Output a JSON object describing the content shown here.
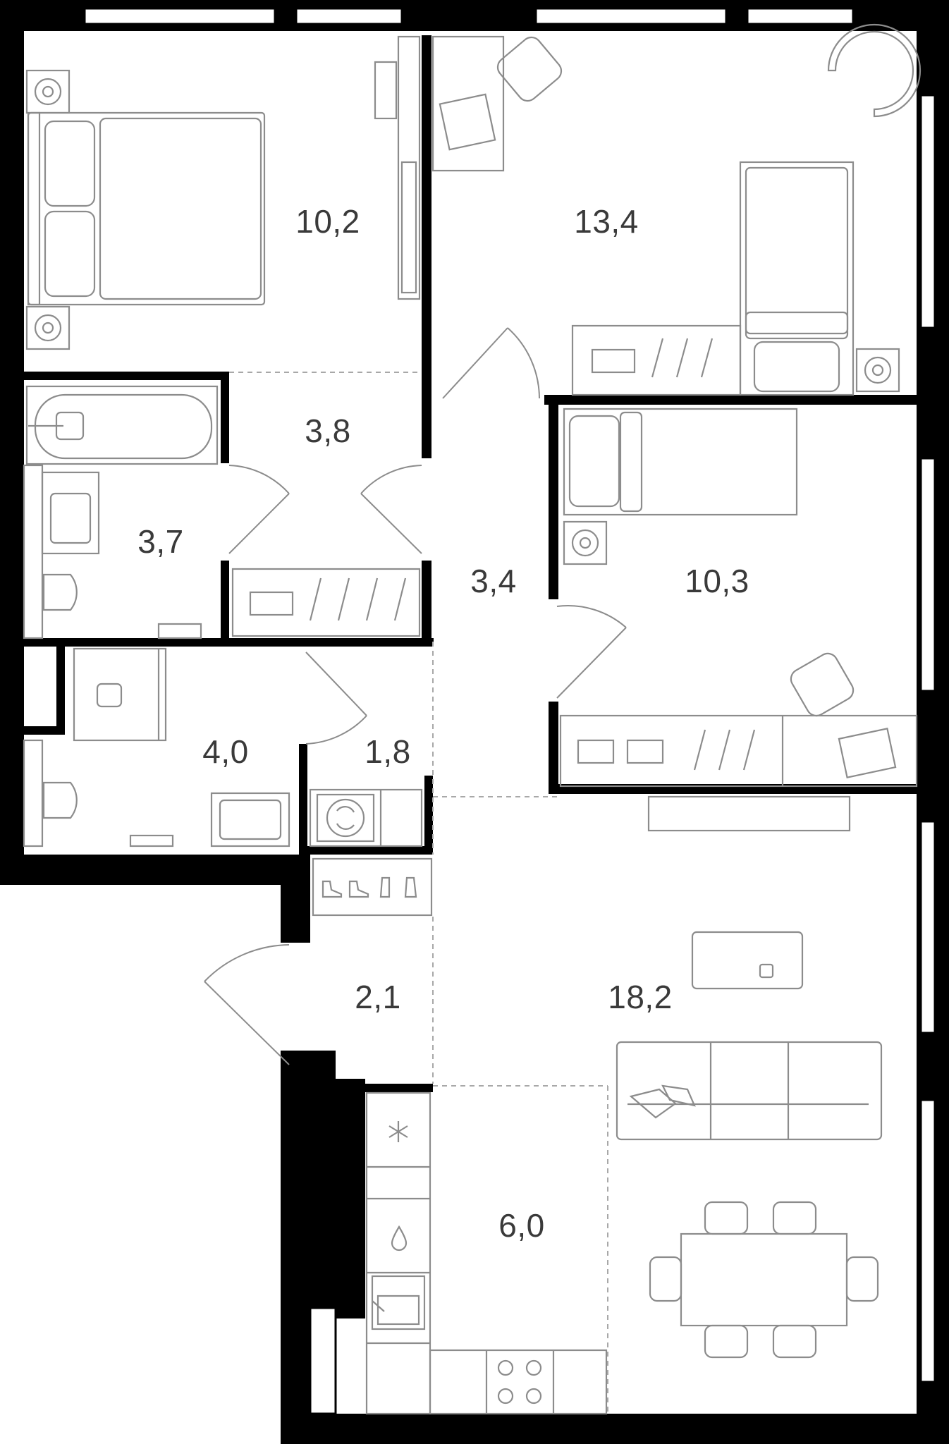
{
  "plan": {
    "rooms": [
      {
        "id": "bedroom-1",
        "area": "10,2"
      },
      {
        "id": "bedroom-2",
        "area": "13,4"
      },
      {
        "id": "hall",
        "area": "3,8"
      },
      {
        "id": "bathroom",
        "area": "3,7"
      },
      {
        "id": "corridor",
        "area": "3,4"
      },
      {
        "id": "bedroom-3",
        "area": "10,3"
      },
      {
        "id": "wc",
        "area": "4,0"
      },
      {
        "id": "laundry",
        "area": "1,8"
      },
      {
        "id": "entrance",
        "area": "2,1"
      },
      {
        "id": "living-room",
        "area": "18,2"
      },
      {
        "id": "kitchen",
        "area": "6,0"
      }
    ],
    "colors": {
      "wall": "#000000",
      "furniture": "#8c8c8c",
      "label": "#3a3a3a"
    }
  }
}
